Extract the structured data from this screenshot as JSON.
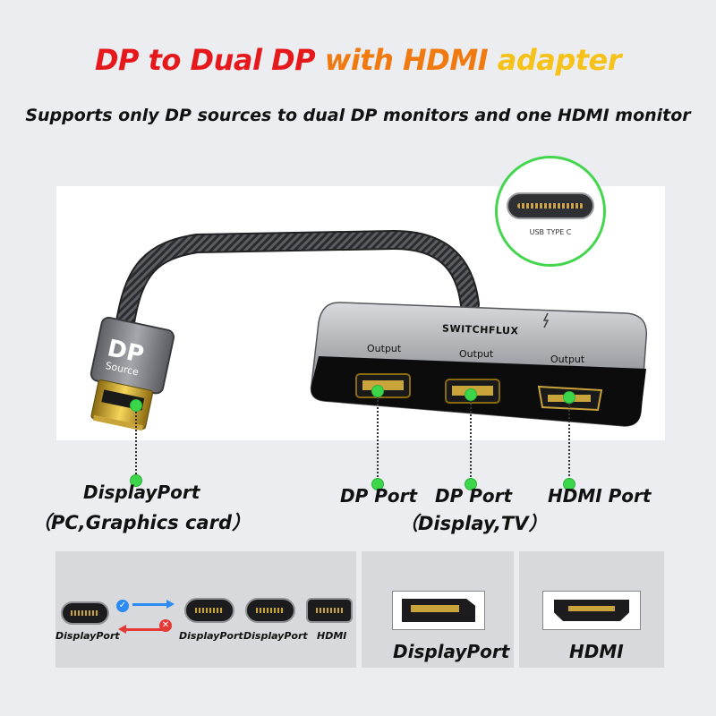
{
  "header": {
    "title_parts": [
      "DP to Dual DP ",
      "with HDMI ",
      "adapter"
    ],
    "subtitle": "Supports only DP sources to dual DP monitors and one HDMI monitor"
  },
  "product": {
    "brand": "SWITCHFLUX",
    "plug_label_main": "DP",
    "plug_label_sub": "Source",
    "output_labels": [
      "Output",
      "Output",
      "Output"
    ],
    "usb_callout": "USB TYPE C"
  },
  "callouts": {
    "displayport": "DisplayPort",
    "displayport_sub": "（PC,Graphics card）",
    "dp_port_1": "DP Port",
    "dp_port_2": "DP Port",
    "dp_port_sub": "（Display,TV）",
    "hdmi_port": "HDMI Port"
  },
  "bottom": {
    "flow_labels": [
      "DisplayPort",
      "DisplayPort",
      "DisplayPort",
      "HDMI"
    ],
    "dp_panel_label": "DisplayPort",
    "hdmi_panel_label": "HDMI"
  },
  "colors": {
    "title_gradient": [
      "#e5191c",
      "#f07a10",
      "#f6c21a"
    ],
    "green_dot": "#3bd64a",
    "check": "#2b8bf2",
    "cross": "#e53935"
  }
}
